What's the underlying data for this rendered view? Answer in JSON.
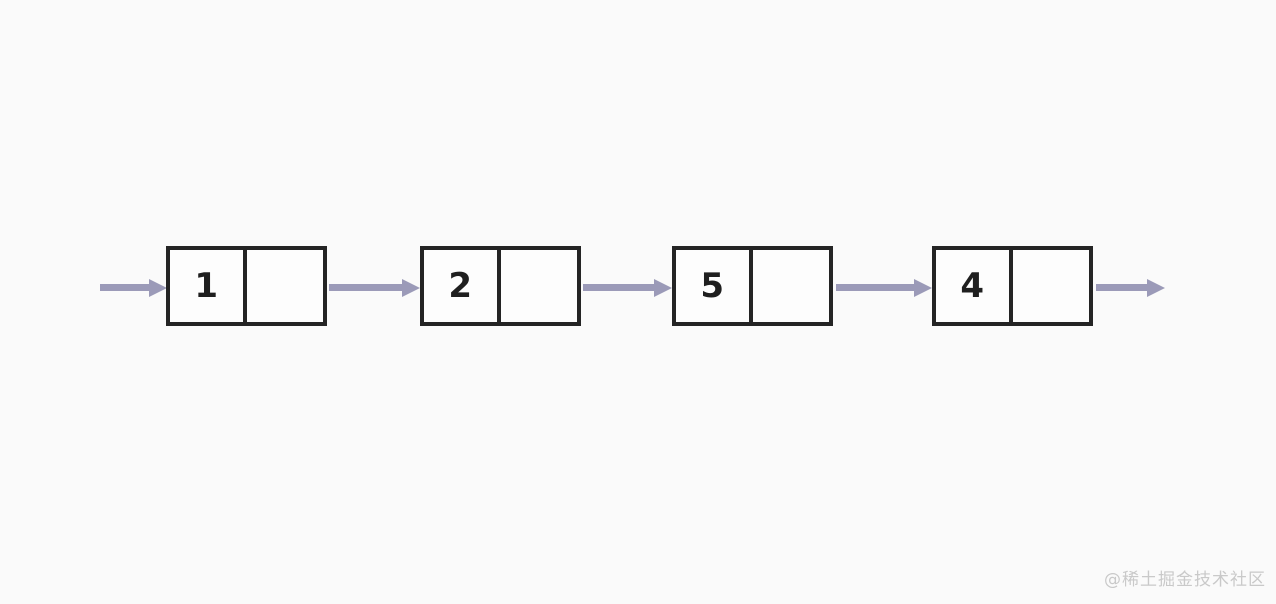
{
  "diagram": {
    "type": "singly-linked-list",
    "description": "Four-node linked list with entry and exit arrows; each node has a value cell and an empty next-pointer cell",
    "nodes": [
      {
        "value": "1"
      },
      {
        "value": "2"
      },
      {
        "value": "5"
      },
      {
        "value": "4"
      }
    ],
    "node_order": [
      "1",
      "2",
      "5",
      "4"
    ]
  },
  "watermark": "@稀土掘金技术社区",
  "colors": {
    "background": "#fafafa",
    "arrow": "#9b9ab8",
    "node-border": "#242424",
    "node-fill": "#fdfdfd",
    "value-text": "#1f1f1f",
    "watermark-text": "#c9c9c9"
  }
}
